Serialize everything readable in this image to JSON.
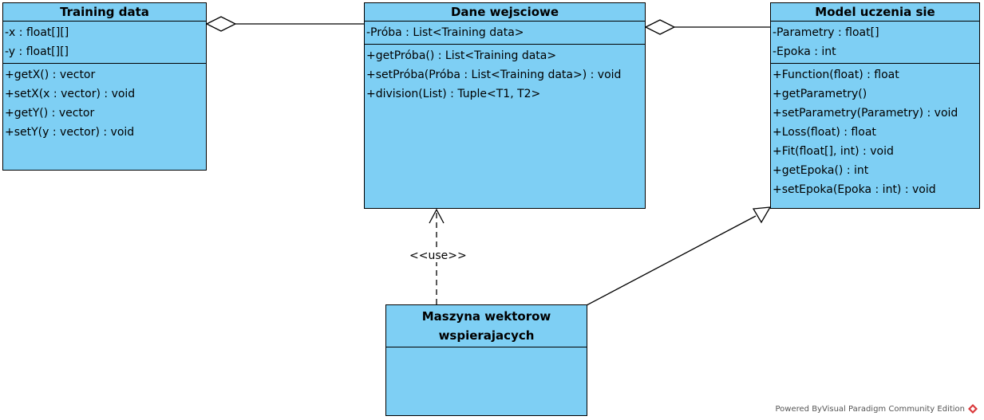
{
  "classes": {
    "training": {
      "title": "Training data",
      "attributes": [
        "-x : float[][]",
        "-y : float[][]"
      ],
      "operations": [
        "+getX() : vector",
        "+setX(x : vector) : void",
        "+getY() : vector",
        "+setY(y : vector) : void"
      ]
    },
    "dane": {
      "title": "Dane wejsciowe",
      "attributes": [
        "-Próba : List<Training data>"
      ],
      "operations": [
        "+getPróba() : List<Training data>",
        "+setPróba(Próba : List<Training data>) : void",
        "+division(List) : Tuple<T1, T2>"
      ]
    },
    "model": {
      "title": "Model uczenia sie",
      "attributes": [
        "-Parametry : float[]",
        "-Epoka : int"
      ],
      "operations": [
        "+Function(float) : float",
        "+getParametry()",
        "+setParametry(Parametry) : void",
        "+Loss(float) : float",
        "+Fit(float[], int) : void",
        "+getEpoka() : int",
        "+setEpoka(Epoka : int) : void"
      ]
    },
    "svm": {
      "title_line1": "Maszyna wektorow",
      "title_line2": "wspierajacych"
    }
  },
  "relations": {
    "use_label": "<<use>>"
  },
  "footer": {
    "text": "Powered ByVisual Paradigm Community Edition"
  },
  "colors": {
    "class_fill": "#7ecff4",
    "line": "#000000",
    "logo": "#d9383a"
  }
}
